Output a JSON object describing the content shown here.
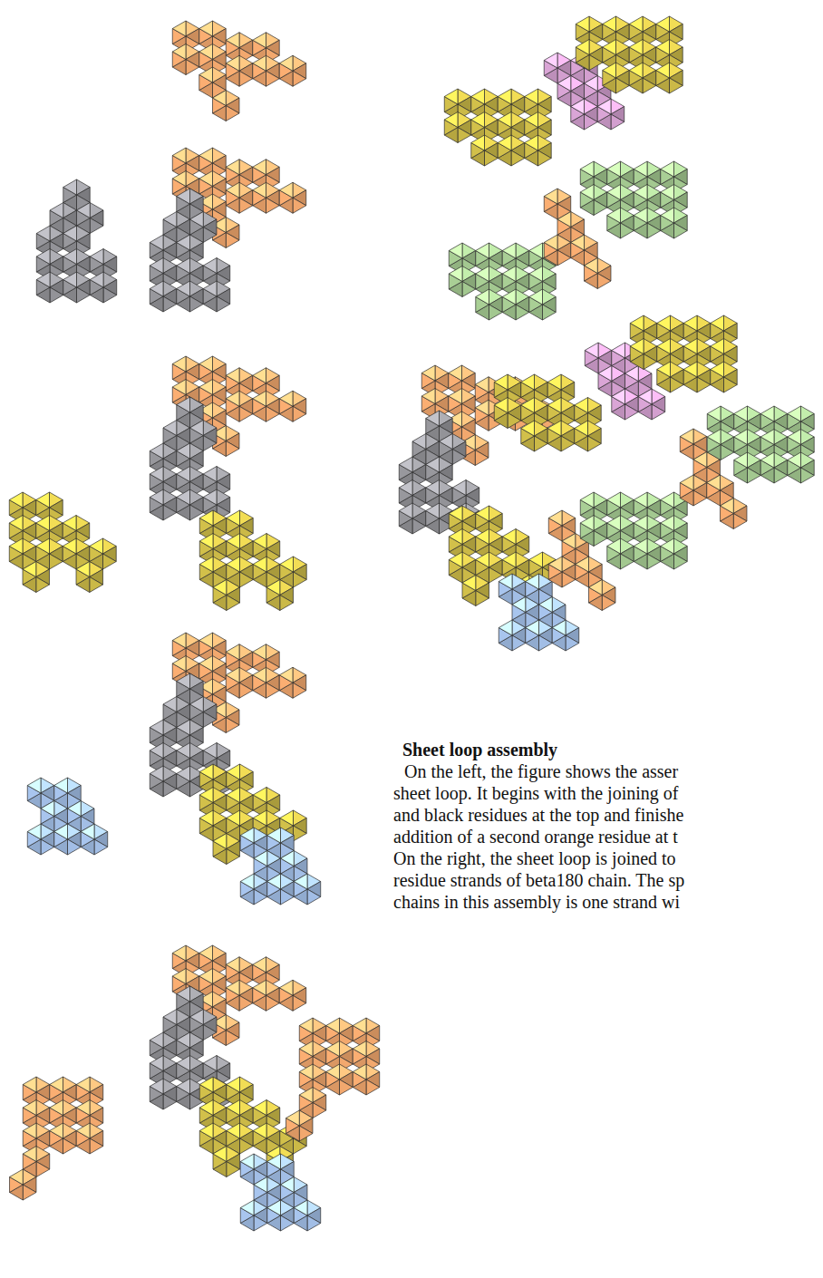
{
  "diagram": {
    "title": "Sheet loop assembly",
    "labels": [
      "On the left, the figure shows the asser",
      "sheet loop. It begins with the joining of",
      "and black residues at the top and finishe",
      "addition of a second orange residue at t",
      "On the right, the sheet loop is joined to",
      "residue strands of beta180 chain. The sp",
      "chains in this assembly is one strand wi"
    ]
  }
}
